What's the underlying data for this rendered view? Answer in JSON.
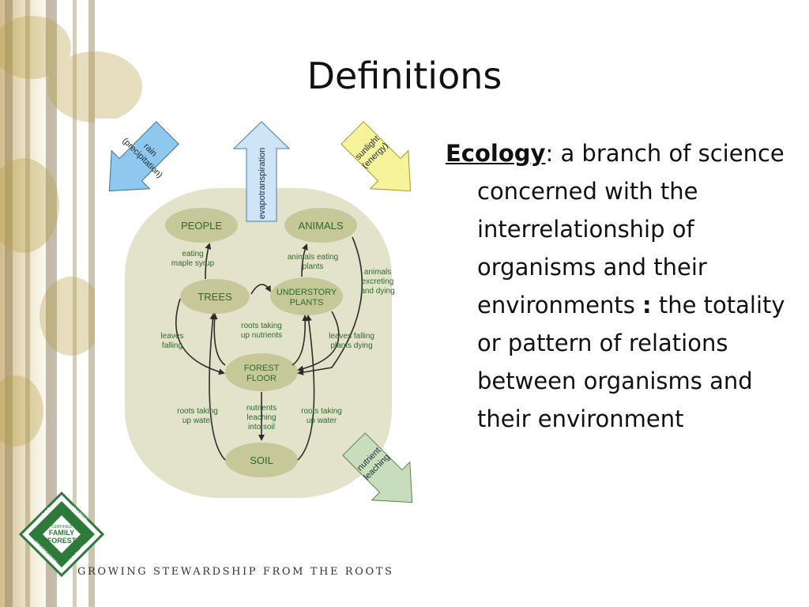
{
  "slide": {
    "title": "Definitions",
    "tagline": "GROWING STEWARDSHIP FROM THE ROOTS"
  },
  "definition": {
    "term": "Ecology",
    "sep1": ": a branch of science concerned with the interrelationship of organisms and their environments ",
    "sep2": ":",
    "rest": " the totality or pattern of relations between organisms and their environment"
  },
  "logo": {
    "center_top": "CERTIFIED",
    "center_line1": "FAMILY",
    "center_line2": "FOREST",
    "edge_wood": "WOOD",
    "edge_water": "WATER",
    "edge_recreation": "RECREATION",
    "edge_wildlife": "WILDLIFE"
  },
  "diagram": {
    "nodes": {
      "people": "PEOPLE",
      "animals": "ANIMALS",
      "trees": "TREES",
      "understory_1": "UNDERSTORY",
      "understory_2": "PLANTS",
      "forest_floor_1": "FOREST",
      "forest_floor_2": "FLOOR",
      "soil": "SOIL"
    },
    "arrows": {
      "rain_1": "rain",
      "rain_2": "(precipitation)",
      "evapotranspiration": "evapotranspiration",
      "sunlight_1": "sunlight",
      "sunlight_2": "(energy)",
      "nutrient_1": "nutrient",
      "nutrient_2": "leaching"
    },
    "labels": {
      "eating_1": "eating",
      "eating_2": "maple syrup",
      "animals_eating_1": "animals eating",
      "animals_eating_2": "plants",
      "animals_excreting_1": "animals",
      "animals_excreting_2": "excreting",
      "animals_excreting_3": "and dying",
      "roots_nutrients_1": "roots taking",
      "roots_nutrients_2": "up nutrients",
      "leaves_falling_1": "leaves",
      "leaves_falling_2": "falling",
      "leaves_plants_1": "leaves falling",
      "leaves_plants_2": "plants dying",
      "roots_water_left_1": "roots taking",
      "roots_water_left_2": "up water",
      "nutrients_leaching_1": "nutrients",
      "nutrients_leaching_2": "leaching",
      "nutrients_leaching_3": "into soil",
      "roots_water_right_1": "roots taking",
      "roots_water_right_2": "up water"
    }
  },
  "colors": {
    "diagram_bg": "#e3e3cc",
    "node_fill": "#c6c89a",
    "label_green": "#2f6a2a",
    "arrow_line": "#2b2b2b",
    "rain_blue": "#8ec8ef",
    "evap_blue": "#cfe4f6",
    "sun_yellow": "#f7f39a",
    "leach_green": "#c8ddbb",
    "logo_green": "#2d7a3a"
  }
}
